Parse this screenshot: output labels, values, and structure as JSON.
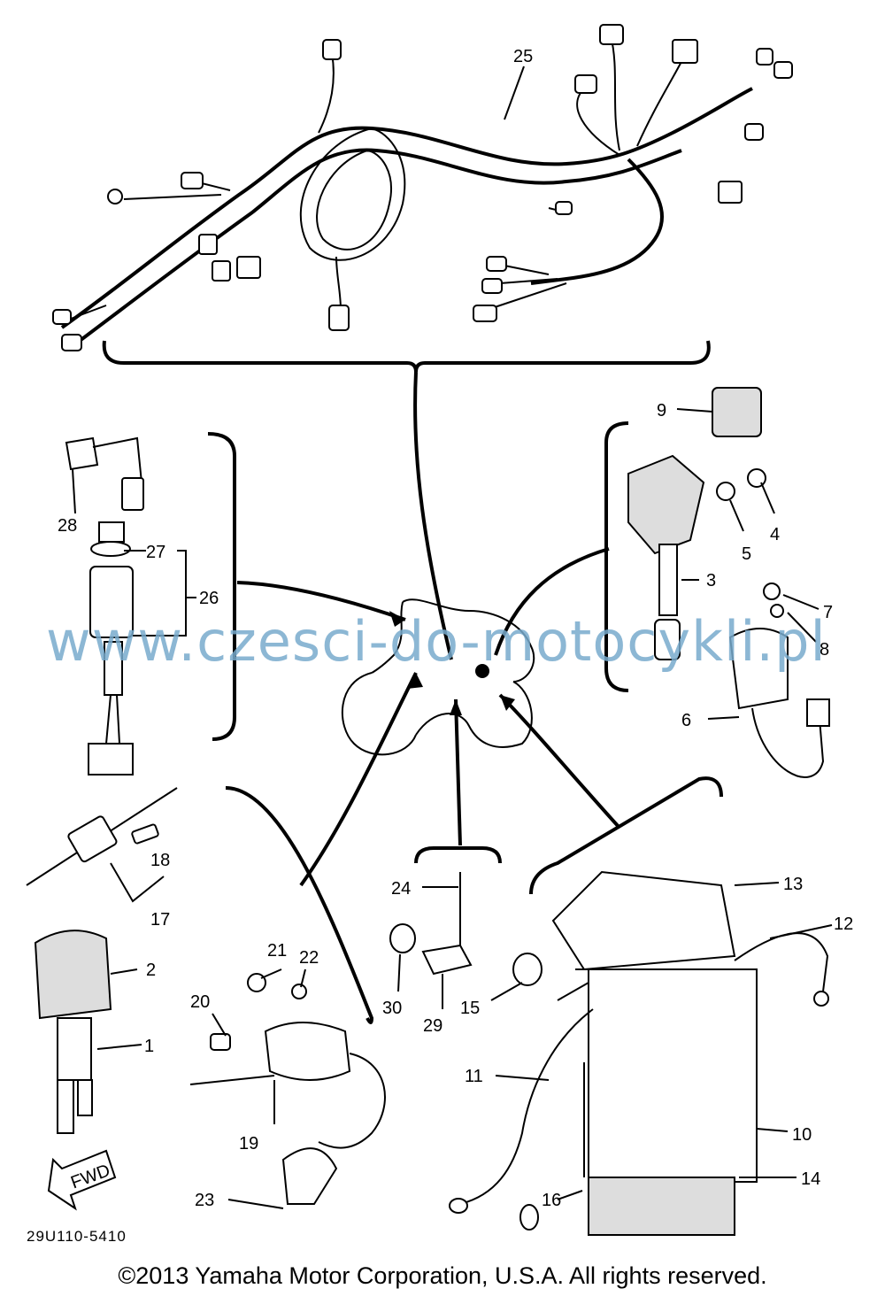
{
  "diagram": {
    "part_labels": [
      {
        "id": "1",
        "text": "1"
      },
      {
        "id": "2",
        "text": "2"
      },
      {
        "id": "3",
        "text": "3"
      },
      {
        "id": "4",
        "text": "4"
      },
      {
        "id": "5",
        "text": "5"
      },
      {
        "id": "6",
        "text": "6"
      },
      {
        "id": "7",
        "text": "7"
      },
      {
        "id": "8",
        "text": "8"
      },
      {
        "id": "9",
        "text": "9"
      },
      {
        "id": "10",
        "text": "10"
      },
      {
        "id": "11",
        "text": "11"
      },
      {
        "id": "12",
        "text": "12"
      },
      {
        "id": "13",
        "text": "13"
      },
      {
        "id": "14",
        "text": "14"
      },
      {
        "id": "15",
        "text": "15"
      },
      {
        "id": "16",
        "text": "16"
      },
      {
        "id": "17",
        "text": "17"
      },
      {
        "id": "18",
        "text": "18"
      },
      {
        "id": "19",
        "text": "19"
      },
      {
        "id": "20",
        "text": "20"
      },
      {
        "id": "21",
        "text": "21"
      },
      {
        "id": "22",
        "text": "22"
      },
      {
        "id": "23",
        "text": "23"
      },
      {
        "id": "24",
        "text": "24"
      },
      {
        "id": "25",
        "text": "25"
      },
      {
        "id": "26",
        "text": "26"
      },
      {
        "id": "27",
        "text": "27"
      },
      {
        "id": "28",
        "text": "28"
      },
      {
        "id": "29",
        "text": "29"
      },
      {
        "id": "30",
        "text": "30"
      }
    ],
    "fwd_label": "FWD",
    "drawing_code": "29U110-5410"
  },
  "watermark": "www.czesci-do-motocykli.pl",
  "copyright": "©2013 Yamaha Motor Corporation, U.S.A. All rights reserved."
}
